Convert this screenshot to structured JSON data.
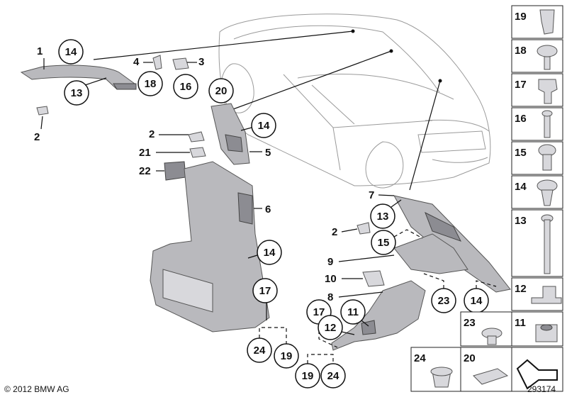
{
  "labels": {
    "n1": "1",
    "n2a": "2",
    "n2b": "2",
    "n2c": "2",
    "n3": "3",
    "n4": "4",
    "n5": "5",
    "n6": "6",
    "n7": "7",
    "n8": "8",
    "n9": "9",
    "n10": "10",
    "n21": "21",
    "n22": "22",
    "c14a": "14",
    "c13a": "13",
    "c18": "18",
    "c16": "16",
    "c20": "20",
    "c14b": "14",
    "c14c": "14",
    "c17a": "17",
    "c24a": "24",
    "c19a": "19",
    "c13b": "13",
    "c15": "15",
    "c23": "23",
    "c14d": "14",
    "c17b": "17",
    "c11": "11",
    "c12": "12",
    "c19b": "19",
    "c24b": "24"
  },
  "side_panel": [
    "19",
    "18",
    "17",
    "16",
    "15",
    "14",
    "13",
    "12"
  ],
  "bottom_panel": [
    "23",
    "11",
    "24",
    "20"
  ],
  "footer": {
    "copyright": "© 2012 BMW AG",
    "diagram_id": "293174"
  }
}
